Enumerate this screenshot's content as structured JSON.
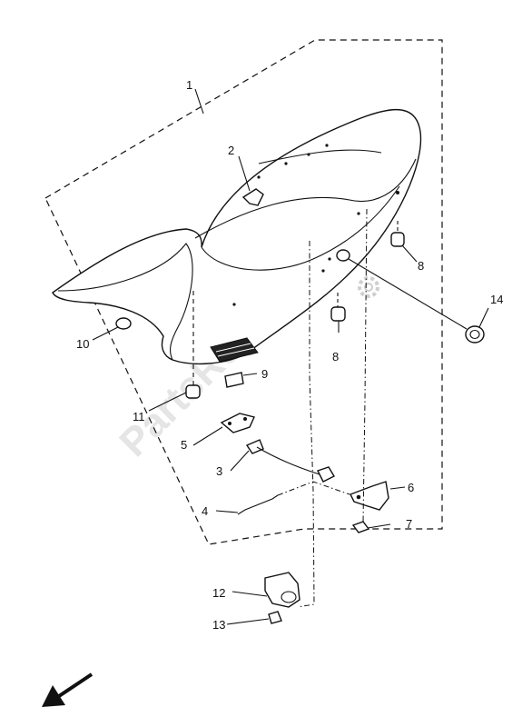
{
  "watermark": "PartsRepublik",
  "callouts": [
    {
      "id": "c1",
      "label": "1"
    },
    {
      "id": "c2",
      "label": "2"
    },
    {
      "id": "c3",
      "label": "3"
    },
    {
      "id": "c4",
      "label": "4"
    },
    {
      "id": "c5",
      "label": "5"
    },
    {
      "id": "c6",
      "label": "6"
    },
    {
      "id": "c7",
      "label": "7"
    },
    {
      "id": "c8a",
      "label": "8"
    },
    {
      "id": "c8b",
      "label": "8"
    },
    {
      "id": "c9",
      "label": "9"
    },
    {
      "id": "c10",
      "label": "10"
    },
    {
      "id": "c11",
      "label": "11"
    },
    {
      "id": "c12",
      "label": "12"
    },
    {
      "id": "c13",
      "label": "13"
    },
    {
      "id": "c14",
      "label": "14"
    }
  ],
  "icons": {
    "front_arrow": "arrow-down-left-icon",
    "logo": "partsrepublik-gear-logo"
  }
}
